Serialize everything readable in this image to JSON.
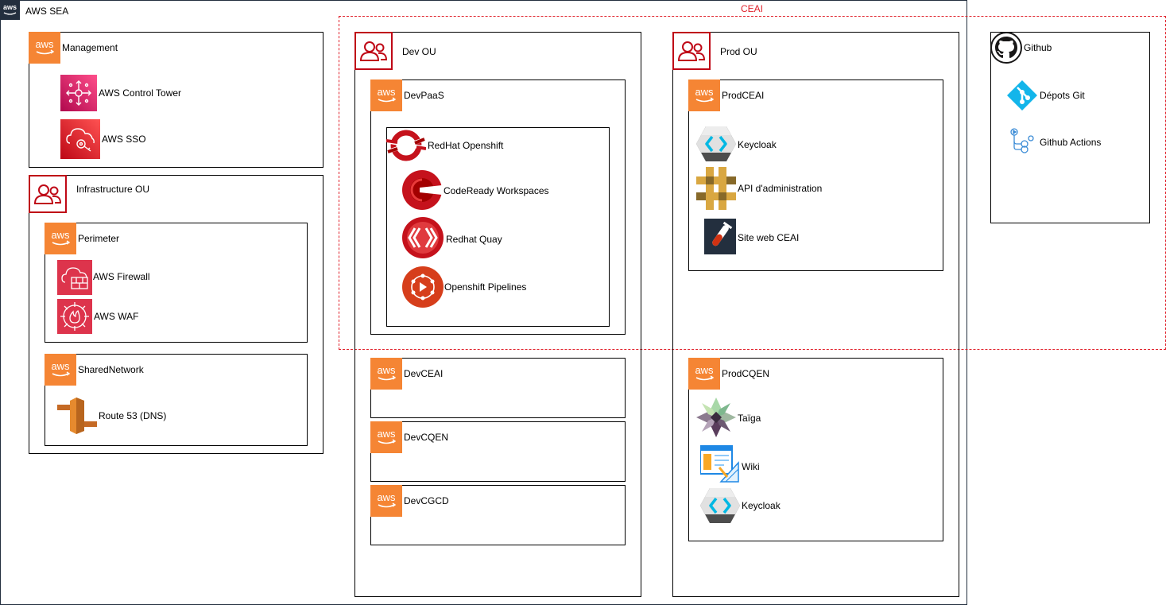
{
  "root": {
    "title": "AWS SEA"
  },
  "ceai_group": {
    "label": "CEAI"
  },
  "management": {
    "title": "Management",
    "services": [
      {
        "label": "AWS Control Tower",
        "icon": "control-tower-icon"
      },
      {
        "label": "AWS SSO",
        "icon": "sso-icon"
      }
    ]
  },
  "infrastructure": {
    "title": "Infrastructure OU",
    "perimeter": {
      "title": "Perimeter",
      "services": [
        {
          "label": "AWS Firewall",
          "icon": "firewall-icon"
        },
        {
          "label": "AWS WAF",
          "icon": "waf-icon"
        }
      ]
    },
    "shared_network": {
      "title": "SharedNetwork",
      "services": [
        {
          "label": "Route 53 (DNS)",
          "icon": "route53-icon"
        }
      ]
    }
  },
  "dev_ou": {
    "title": "Dev OU",
    "devpaas": {
      "title": "DevPaaS",
      "openshift": {
        "title": "RedHat Openshift",
        "services": [
          {
            "label": "CodeReady Workspaces",
            "icon": "codeready-icon"
          },
          {
            "label": "Redhat Quay",
            "icon": "quay-icon"
          },
          {
            "label": "Openshift Pipelines",
            "icon": "pipelines-icon"
          }
        ]
      }
    },
    "accounts": [
      "DevCEAI",
      "DevCQEN",
      "DevCGCD"
    ]
  },
  "prod_ou": {
    "title": "Prod OU",
    "prodceai": {
      "title": "ProdCEAI",
      "services": [
        {
          "label": "Keycloak",
          "icon": "keycloak-icon"
        },
        {
          "label": "API d'administration",
          "icon": "api-icon"
        },
        {
          "label": "Site web CEAI",
          "icon": "website-icon"
        }
      ]
    },
    "prodcqen": {
      "title": "ProdCQEN",
      "services": [
        {
          "label": "Taïga",
          "icon": "taiga-icon"
        },
        {
          "label": "Wiki",
          "icon": "wiki-icon"
        },
        {
          "label": "Keycloak",
          "icon": "keycloak-icon"
        }
      ]
    }
  },
  "github": {
    "title": "Github",
    "services": [
      {
        "label": "Dépots Git",
        "icon": "git-icon"
      },
      {
        "label": "Github Actions",
        "icon": "github-actions-icon"
      }
    ]
  },
  "colors": {
    "aws_orange": "#F58534",
    "ou_red": "#BF0816",
    "ceai_dashed": "#E0202A",
    "security_red": "#DD344C",
    "mgmt_pink": "#E7157B",
    "route53": "#E68A2E"
  }
}
